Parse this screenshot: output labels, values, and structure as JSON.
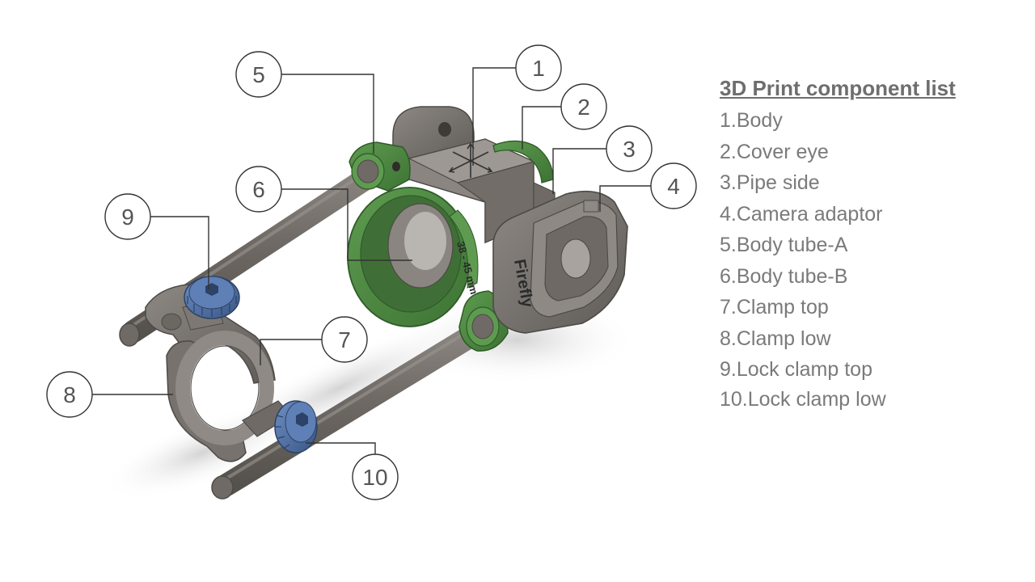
{
  "component_list": {
    "title": "3D Print component list",
    "items": [
      "1.Body",
      "2.Cover eye",
      "3.Pipe side",
      "4.Camera adaptor",
      "5.Body tube-A",
      "6.Body tube-B",
      "7.Clamp top",
      "8.Clamp low",
      "9.Lock clamp top",
      "10.Lock clamp low"
    ]
  },
  "callouts": [
    "1",
    "2",
    "3",
    "4",
    "5",
    "6",
    "7",
    "8",
    "9",
    "10"
  ],
  "engravings": {
    "camera_adaptor_text": "Firefly",
    "body_ring_text": "38 - 45 mm"
  },
  "colors": {
    "printed_green": "#4f8a44",
    "printed_grey": "#7d7873",
    "knob_blue": "#4a6a9c",
    "text_grey": "#7a7a7a",
    "leader_line": "#333333"
  },
  "icons": {
    "body_marking": "crossed-arrows-icon"
  }
}
